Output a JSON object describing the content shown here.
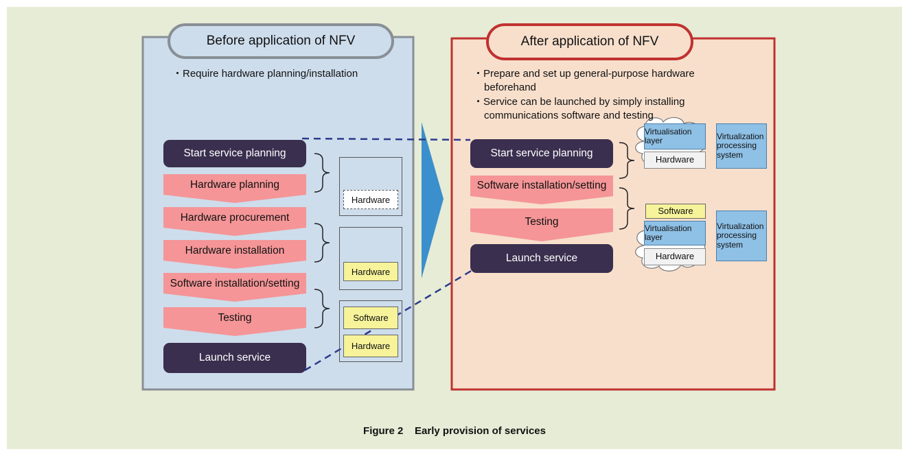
{
  "left_panel": {
    "title": "Before application of NFV",
    "bullet": "・Require hardware planning/installation",
    "steps": [
      "Start service planning",
      "Hardware planning",
      "Hardware procurement",
      "Hardware installation",
      "Software installation/setting",
      "Testing",
      "Launch service"
    ],
    "boxes": {
      "hardware_dashed": "Hardware",
      "hardware_installed": "Hardware",
      "software": "Software",
      "hardware_bottom": "Hardware"
    }
  },
  "right_panel": {
    "title": "After application of NFV",
    "bullet1_line1": "・Prepare and set up general-purpose hardware",
    "bullet1_line2": "beforehand",
    "bullet2_line1": "・Service can be launched by simply installing",
    "bullet2_line2": "communications software and testing",
    "steps": [
      "Start service planning",
      "Software installation/setting",
      "Testing",
      "Launch service"
    ],
    "cloud_top": {
      "virtualisation_layer": "Virtualisation layer",
      "hardware": "Hardware",
      "vps": "Virtualization processing system"
    },
    "cloud_bottom": {
      "software": "Software",
      "virtualisation_layer": "Virtualisation layer",
      "hardware": "Hardware",
      "vps": "Virtualization processing system"
    }
  },
  "caption": "Figure 2    Early provision of services",
  "colors": {
    "background": "#e6ecd6",
    "left_panel_fill": "#cdddec",
    "left_panel_border": "#8a8f96",
    "right_panel_fill": "#f7dfcc",
    "right_panel_border": "#c0312f",
    "dark_step": "#3a2f4f",
    "pink_step": "#f59597",
    "blue_box": "#8fc0e6",
    "yellow_box": "#f6f39a",
    "arrow": "#3b8fcc"
  }
}
